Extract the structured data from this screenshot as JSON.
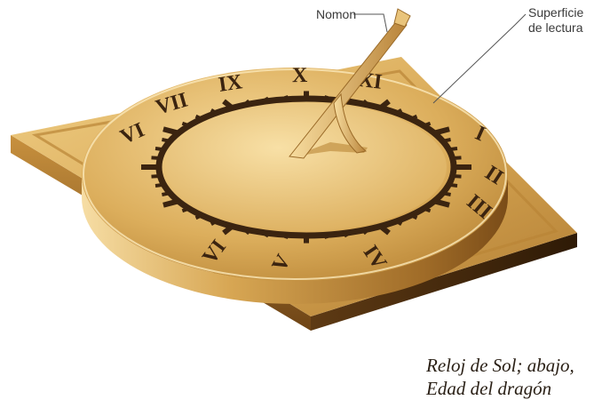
{
  "figure": {
    "labels": {
      "gnomon": "Nomon",
      "surface_line1": "Superficie",
      "surface_line2": "de lectura"
    },
    "hour_numerals": [
      "VI",
      "VII",
      "IX",
      "X",
      "XI",
      "I",
      "II",
      "III",
      "IV",
      "V",
      "VI"
    ],
    "caption_line1": "Reloj de Sol; abajo,",
    "caption_line2": "Edad del dragón",
    "colors": {
      "gold_light": "#f3d28a",
      "gold_mid": "#d8a84e",
      "gold_dark": "#8a5a1e",
      "engraving": "#3b2410"
    }
  }
}
